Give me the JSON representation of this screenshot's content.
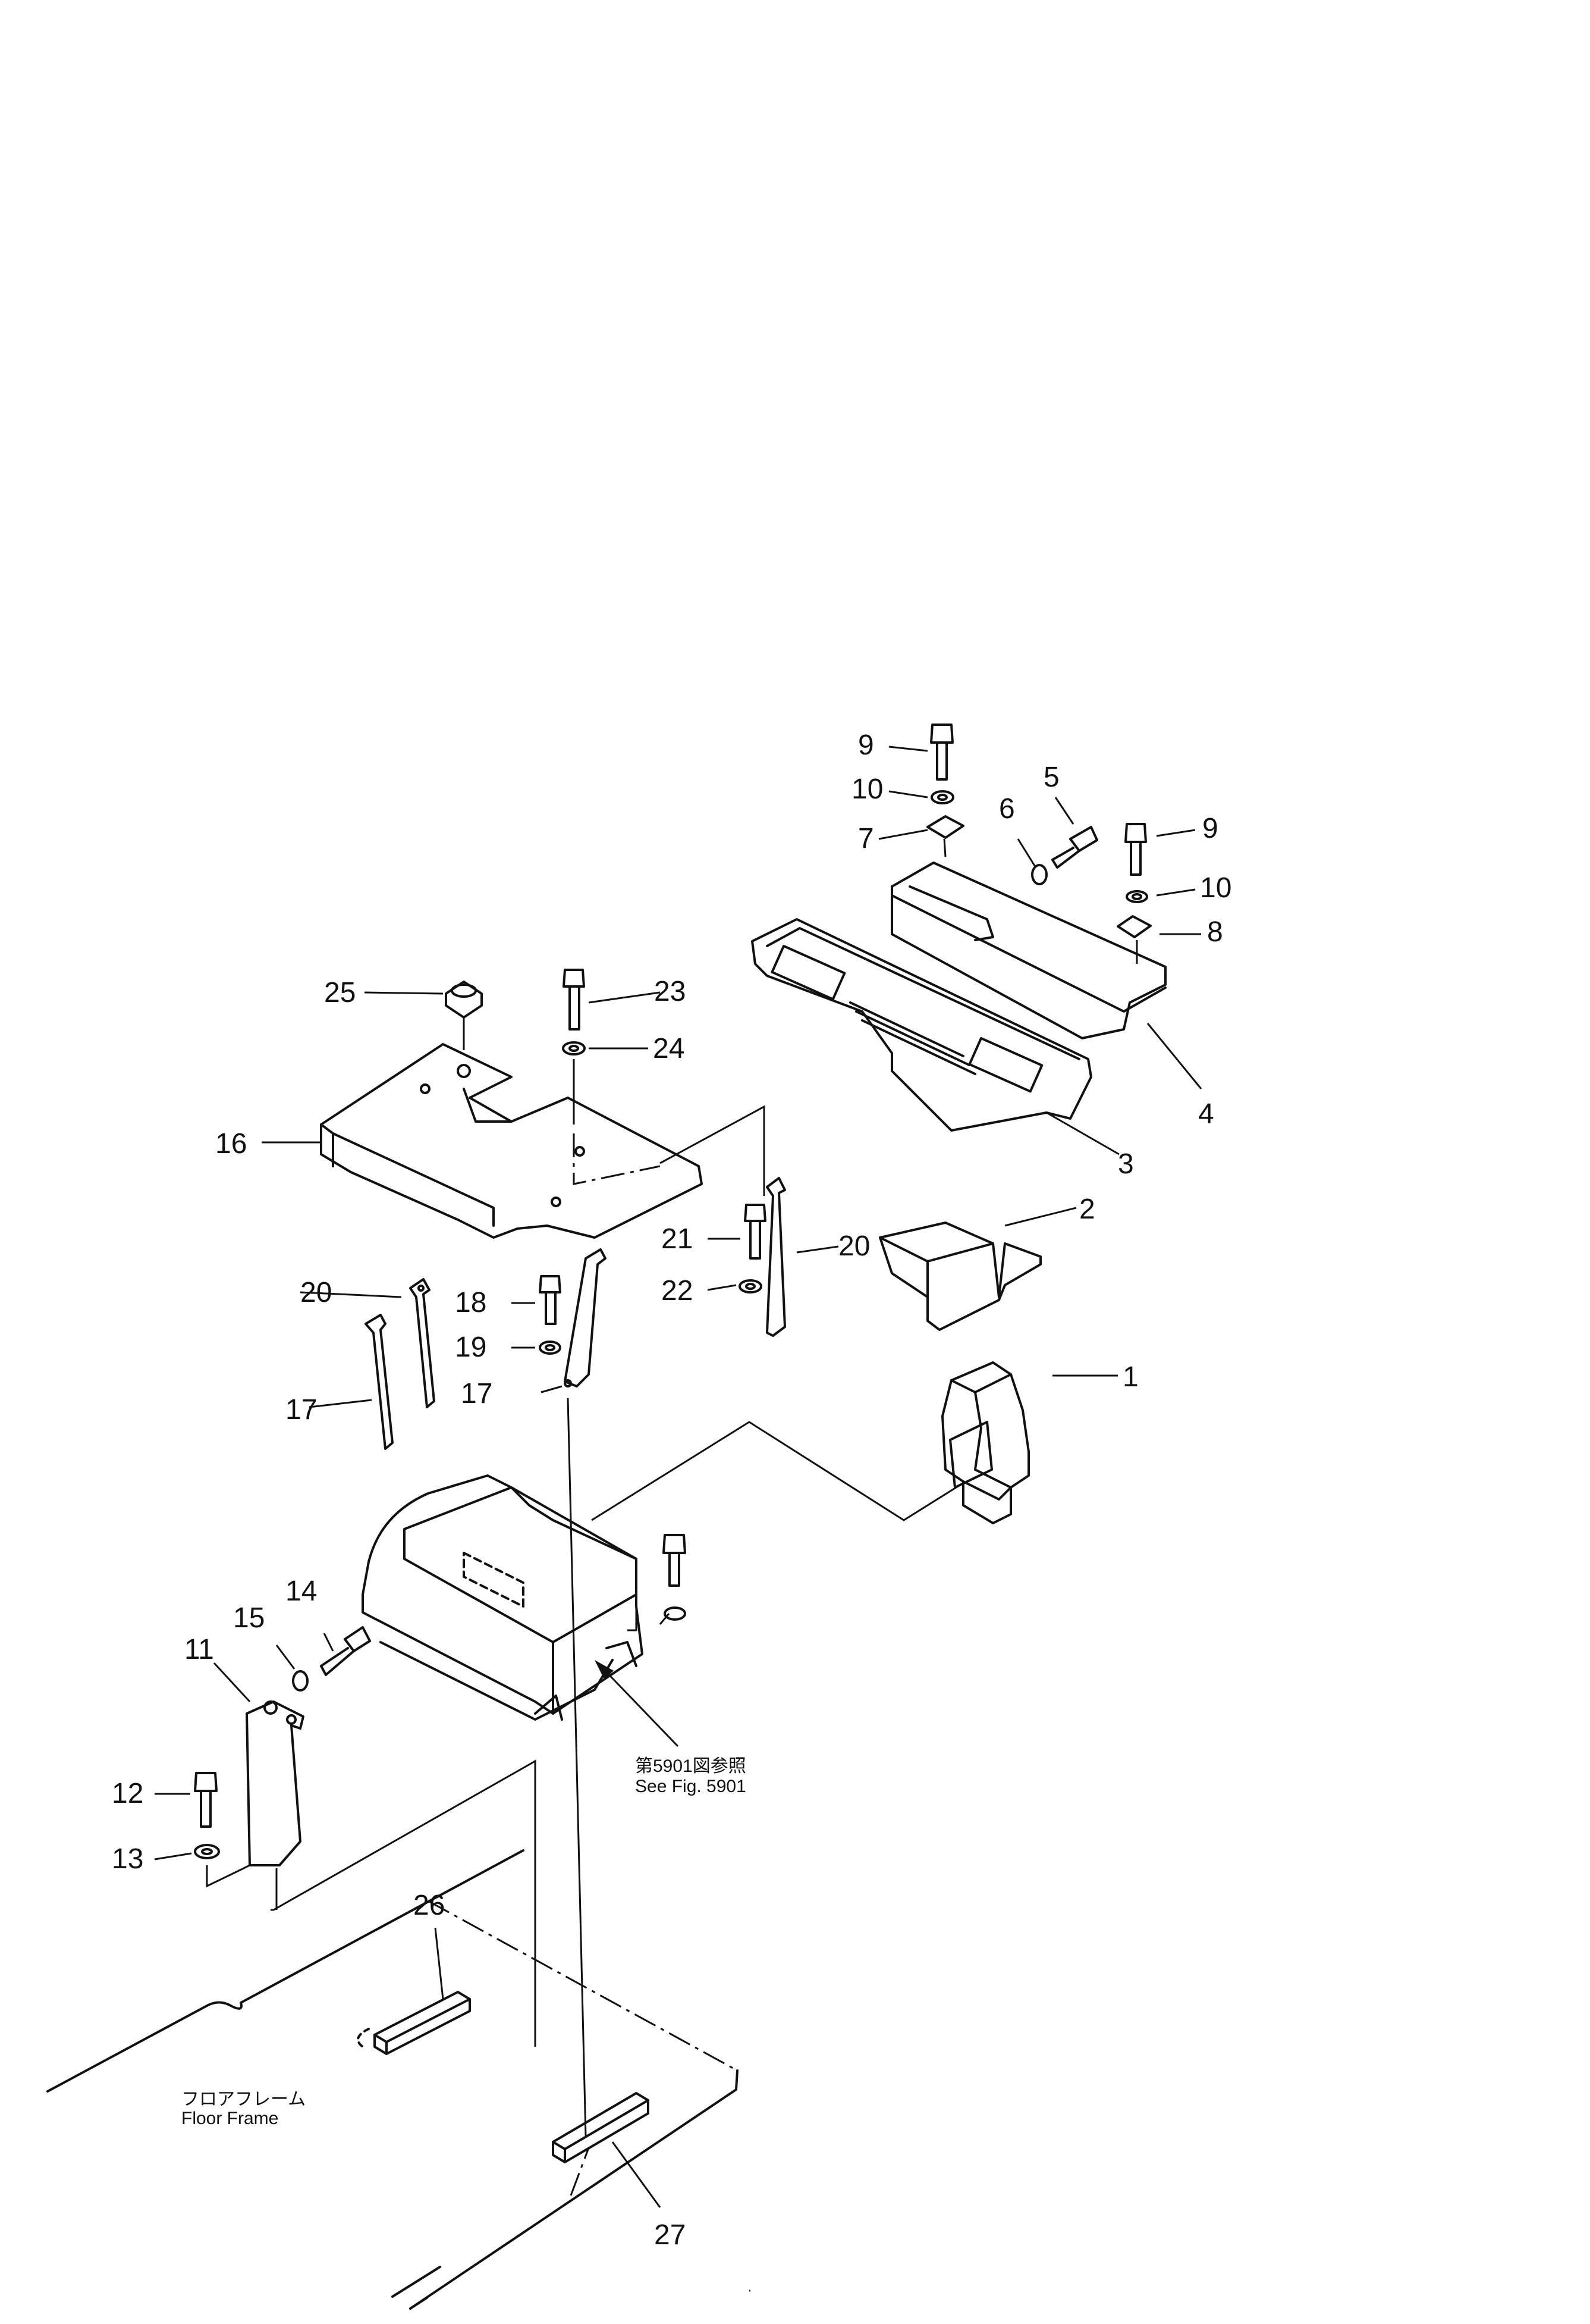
{
  "diagram": {
    "callouts": [
      {
        "id": "c1",
        "text": "1"
      },
      {
        "id": "c2",
        "text": "2"
      },
      {
        "id": "c3",
        "text": "3"
      },
      {
        "id": "c4",
        "text": "4"
      },
      {
        "id": "c5",
        "text": "5"
      },
      {
        "id": "c6",
        "text": "6"
      },
      {
        "id": "c7",
        "text": "7"
      },
      {
        "id": "c8",
        "text": "8"
      },
      {
        "id": "c9a",
        "text": "9"
      },
      {
        "id": "c9b",
        "text": "9"
      },
      {
        "id": "c10a",
        "text": "10"
      },
      {
        "id": "c10b",
        "text": "10"
      },
      {
        "id": "c11",
        "text": "11"
      },
      {
        "id": "c12",
        "text": "12"
      },
      {
        "id": "c13",
        "text": "13"
      },
      {
        "id": "c14",
        "text": "14"
      },
      {
        "id": "c15",
        "text": "15"
      },
      {
        "id": "c16",
        "text": "16"
      },
      {
        "id": "c17a",
        "text": "17"
      },
      {
        "id": "c17b",
        "text": "17"
      },
      {
        "id": "c18",
        "text": "18"
      },
      {
        "id": "c19",
        "text": "19"
      },
      {
        "id": "c20a",
        "text": "20"
      },
      {
        "id": "c20b",
        "text": "20"
      },
      {
        "id": "c21",
        "text": "21"
      },
      {
        "id": "c22",
        "text": "22"
      },
      {
        "id": "c23",
        "text": "23"
      },
      {
        "id": "c24",
        "text": "24"
      },
      {
        "id": "c25",
        "text": "25"
      },
      {
        "id": "c26",
        "text": "26"
      },
      {
        "id": "c27",
        "text": "27"
      }
    ],
    "notes": {
      "see_fig_jp": "第5901図参照",
      "see_fig_en": "See  Fig.  5901",
      "floor_frame_jp": "フロアフレーム",
      "floor_frame_en": "Floor  Frame"
    }
  }
}
